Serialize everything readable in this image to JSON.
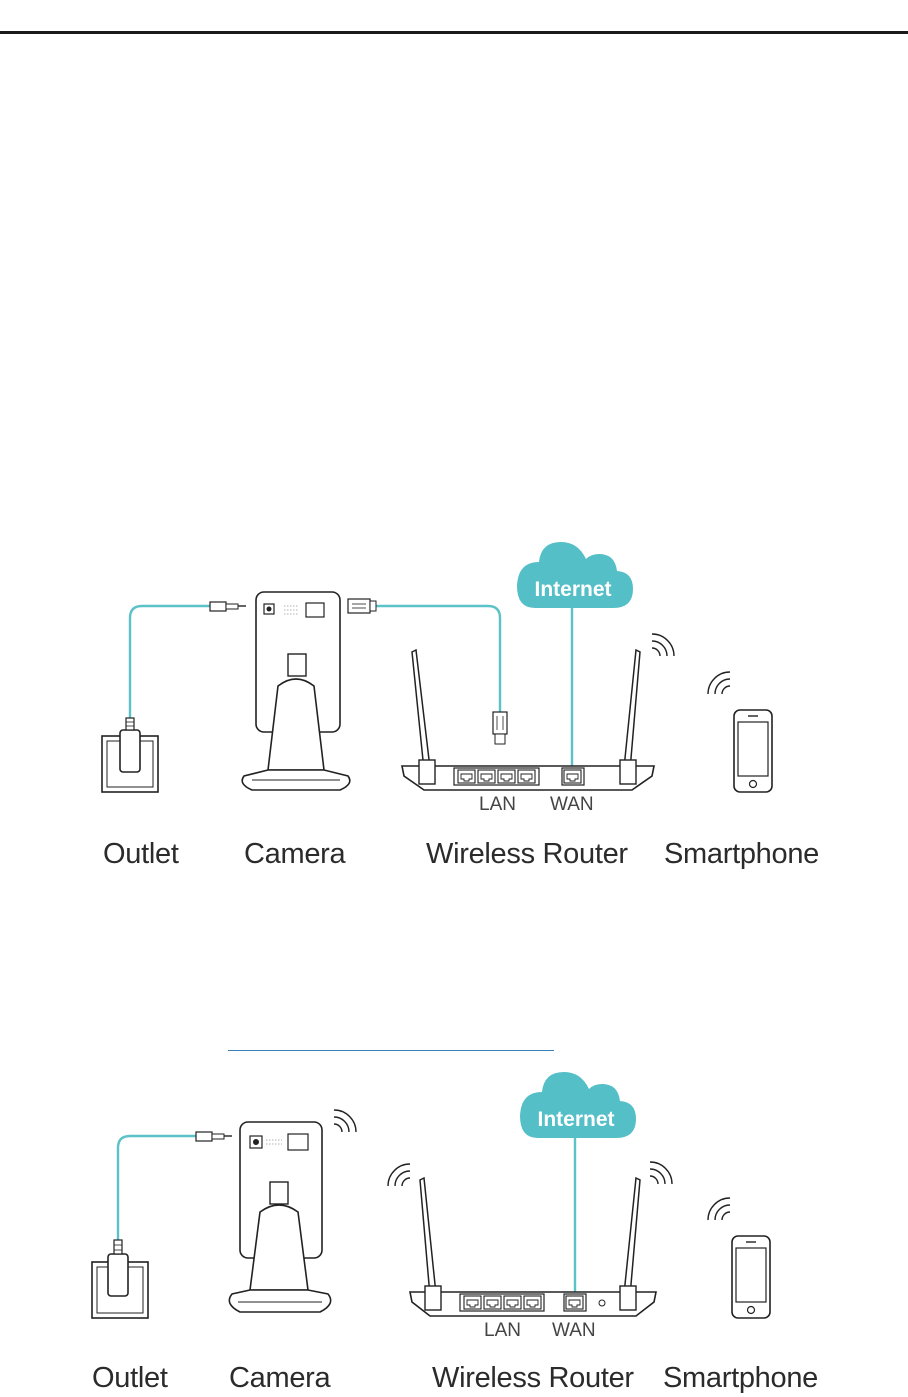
{
  "diagram1": {
    "cloud": "Internet",
    "ports": {
      "lan": "LAN",
      "wan": "WAN"
    },
    "labels": [
      "Outlet",
      "Camera",
      "Wireless Router",
      "Smartphone"
    ]
  },
  "diagram2": {
    "cloud": "Internet",
    "ports": {
      "lan": "LAN",
      "wan": "WAN"
    },
    "labels": [
      "Outlet",
      "Camera",
      "Wireless Router",
      "Smartphone"
    ]
  },
  "colors": {
    "cable": "#5bc2c8",
    "cloud": "#54bfc7",
    "line": "#222222",
    "rule": "#1a1a1a"
  },
  "icons": [
    "outlet-icon",
    "camera-icon",
    "router-icon",
    "smartphone-icon",
    "cloud-icon",
    "wifi-signal-icon",
    "power-plug-icon",
    "ethernet-plug-icon"
  ]
}
